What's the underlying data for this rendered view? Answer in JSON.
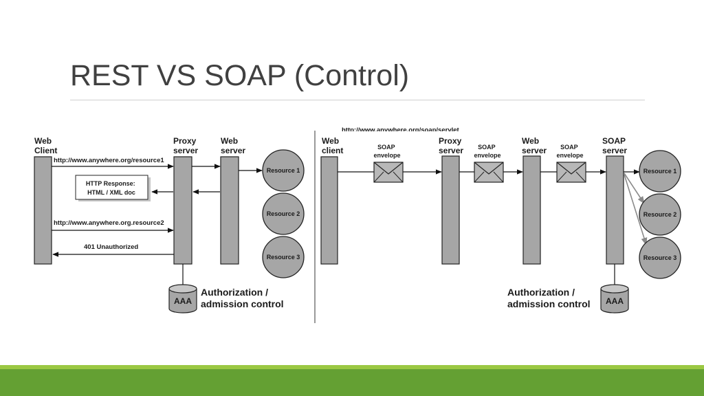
{
  "title": "REST VS SOAP (Control)",
  "colors": {
    "accent_green": "#64a033",
    "accent_light_green": "#9bc843",
    "bar_fill": "#a6a6a6",
    "resource_fill": "#a6a6a6"
  },
  "rest": {
    "web_client": [
      "Web",
      "Client"
    ],
    "proxy_server": [
      "Proxy",
      "server"
    ],
    "web_server": [
      "Web",
      "server"
    ],
    "url_request_1": "http://www.anywhere.org/resource1",
    "response_box": [
      "HTTP Response:",
      "HTML / XML doc"
    ],
    "url_request_2": "http://www.anywhere.org.resource2",
    "unauthorized": "401 Unauthorized",
    "aaa": "AAA",
    "authorization": [
      "Authorization /",
      "admission control"
    ],
    "resources": [
      "Resource 1",
      "Resource 2",
      "Resource 3"
    ]
  },
  "soap": {
    "web_client": [
      "Web",
      "client"
    ],
    "proxy_server": [
      "Proxy",
      "server"
    ],
    "web_server": [
      "Web",
      "server"
    ],
    "soap_server": [
      "SOAP",
      "server"
    ],
    "cut_url": "http://www.anywhere.org/soap/servlet",
    "envelope_label": [
      "SOAP",
      "envelope"
    ],
    "aaa": "AAA",
    "authorization": [
      "Authorization /",
      "admission control"
    ],
    "resources": [
      "Resource 1",
      "Resource 2",
      "Resource 3"
    ]
  }
}
